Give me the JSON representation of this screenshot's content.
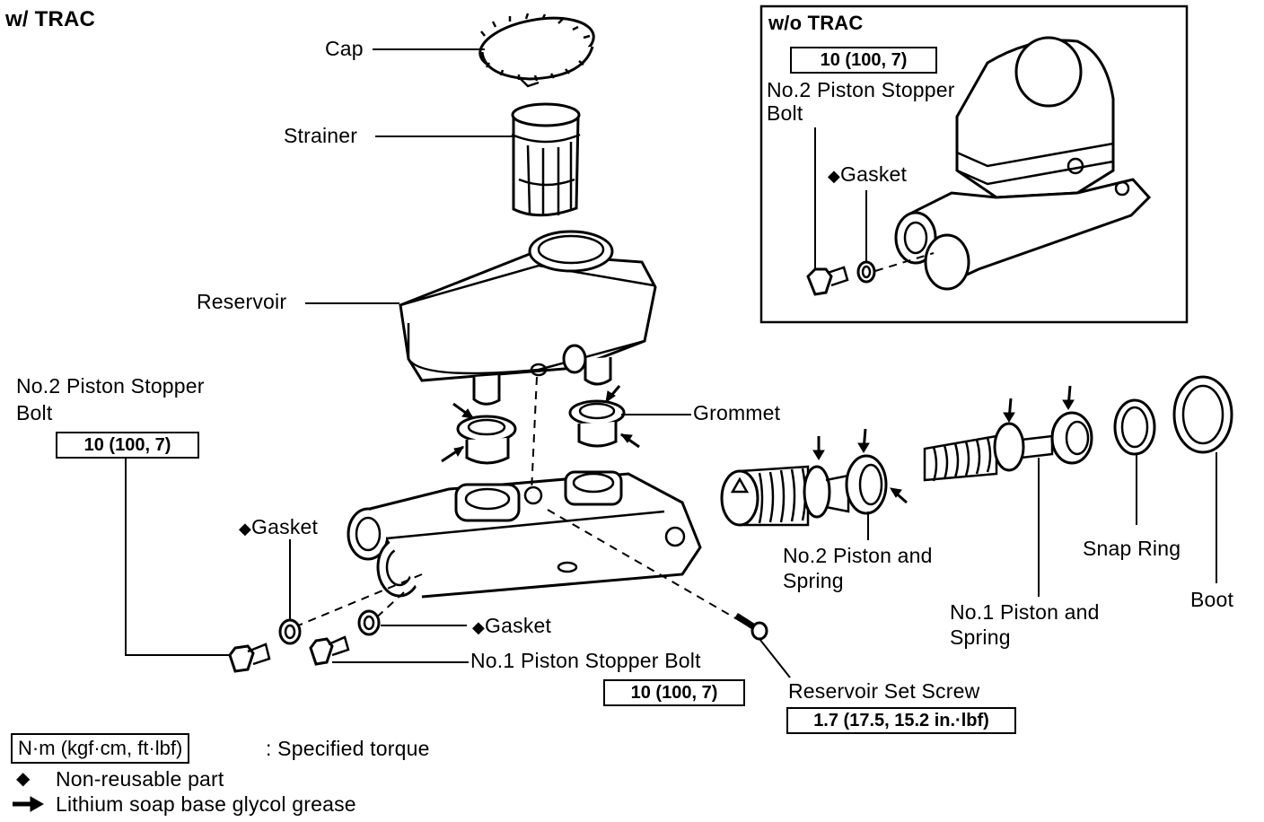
{
  "labels": {
    "with_trac": "w/ TRAC",
    "without_trac": "w/o TRAC",
    "cap": "Cap",
    "strainer": "Strainer",
    "reservoir": "Reservoir",
    "grommet": "Grommet",
    "no2_stopper_bolt_line1": "No.2 Piston Stopper",
    "no2_stopper_bolt_line2": "Bolt",
    "inset_no2_stopper_line1": "No.2 Piston Stopper",
    "inset_no2_stopper_line2": "Bolt",
    "inset_gasket": "Gasket",
    "gasket_left": "Gasket",
    "gasket_mid": "Gasket",
    "no1_stopper_bolt": "No.1 Piston Stopper Bolt",
    "no2_piston_line1": "No.2 Piston and",
    "no2_piston_line2": "Spring",
    "no1_piston_line1": "No.1 Piston and",
    "no1_piston_line2": "Spring",
    "snap_ring": "Snap Ring",
    "boot": "Boot",
    "reservoir_set_screw": "Reservoir Set Screw",
    "diamond": "◆"
  },
  "torques": {
    "inset_no2_stopper": "10 (100, 7)",
    "no2_stopper": "10 (100, 7)",
    "no1_stopper": "10 (100, 7)",
    "set_screw": "1.7 (17.5, 15.2 in.·lbf)"
  },
  "legend": {
    "unit_box": "N·m (kgf·cm, ft·lbf)",
    "unit_text": ":  Specified torque",
    "diamond_text": "Non-reusable part",
    "arrow_text": "Lithium soap base glycol grease"
  }
}
